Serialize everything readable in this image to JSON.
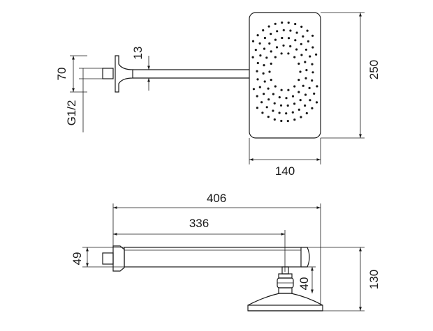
{
  "colors": {
    "line": "#1a1a1a",
    "background": "#ffffff"
  },
  "dimensions": {
    "top_view": {
      "flange_height": "70",
      "thread": "G1/2",
      "arm_thickness": "13",
      "head_width": "140",
      "head_length": "250"
    },
    "side_view": {
      "total_length": "406",
      "arm_length": "336",
      "arm_height": "49",
      "connector_drop": "40",
      "total_drop": "130"
    }
  }
}
